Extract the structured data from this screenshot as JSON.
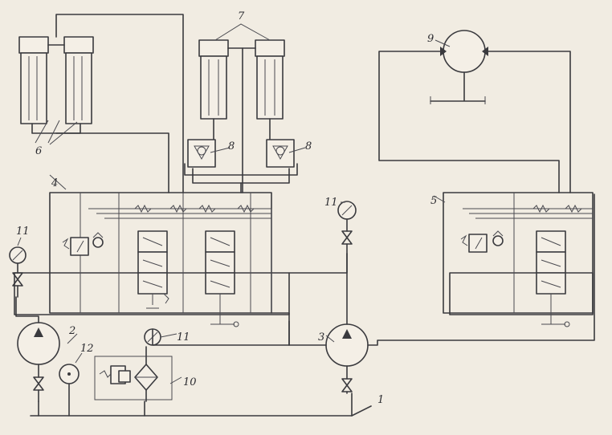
{
  "labels": {
    "l1": "1",
    "l2": "2",
    "l3": "3",
    "l4": "4",
    "l5": "5",
    "l6": "6",
    "l7": "7",
    "l8a": "8",
    "l8b": "8",
    "l9": "9",
    "l10": "10",
    "l11a": "11",
    "l11b": "11",
    "l11c": "11",
    "l12": "12"
  },
  "colors": {
    "ink": "#3a3a3e",
    "paper": "#f1ece2"
  }
}
